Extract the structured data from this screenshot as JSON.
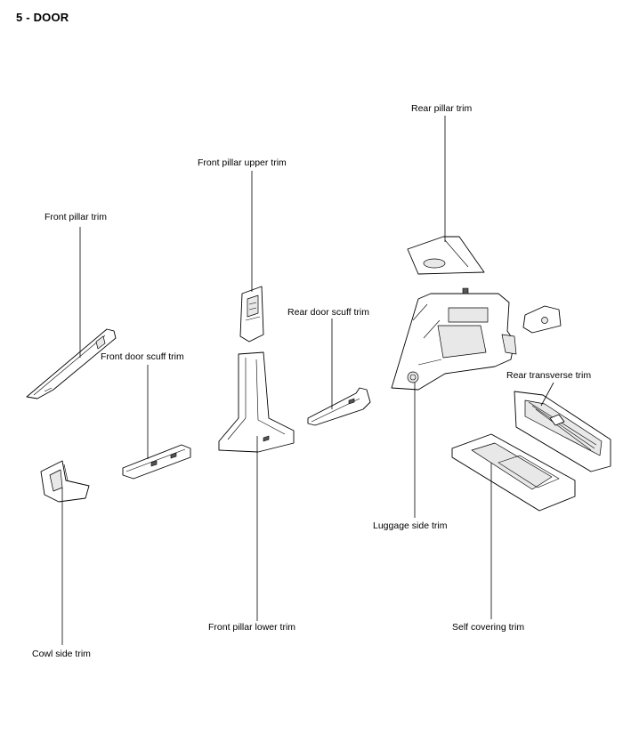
{
  "page": {
    "title": "5 - DOOR"
  },
  "labels": {
    "front_pillar_trim": "Front pillar trim",
    "front_pillar_upper_trim": "Front pillar upper trim",
    "rear_pillar_trim": "Rear pillar trim",
    "rear_door_scuff_trim": "Rear door scuff trim",
    "front_door_scuff_trim": "Front door scuff trim",
    "rear_transverse_trim": "Rear transverse trim",
    "luggage_side_trim": "Luggage side trim",
    "front_pillar_lower_trim": "Front pillar lower trim",
    "self_covering_trim": "Self covering trim",
    "cowl_side_trim": "Cowl side trim"
  }
}
